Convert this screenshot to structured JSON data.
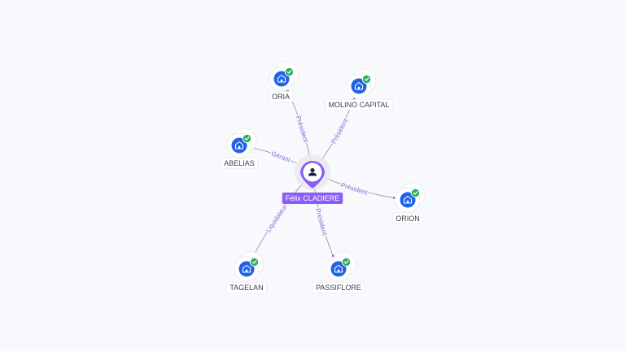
{
  "colors": {
    "edge": "#8e8ea3",
    "edge_label": "#7b6fd6",
    "company_icon_bg": "#1f63e8",
    "check_badge": "#2fae5a",
    "person_accent": "#8b5cf6",
    "person_label_bg": "#8b5cf6"
  },
  "center": {
    "name": "Félix CLADIERE",
    "icon": "person-icon"
  },
  "companies": [
    {
      "id": "oria",
      "name": "ORIA",
      "relation": "Président",
      "icon": "building-icon",
      "verified": true
    },
    {
      "id": "molino",
      "name": "MOLINO CAPITAL",
      "relation": "Président",
      "icon": "building-icon",
      "verified": true
    },
    {
      "id": "abelias",
      "name": "ABELIAS",
      "relation": "Gérant",
      "icon": "building-icon",
      "verified": true
    },
    {
      "id": "orion",
      "name": "ORION",
      "relation": "Président",
      "icon": "building-icon",
      "verified": true
    },
    {
      "id": "tagelan",
      "name": "TAGELAN",
      "relation": "Liquidateur",
      "icon": "building-icon",
      "verified": true
    },
    {
      "id": "passiflore",
      "name": "PASSIFLORE",
      "relation": "Président",
      "icon": "building-icon",
      "verified": true
    }
  ]
}
